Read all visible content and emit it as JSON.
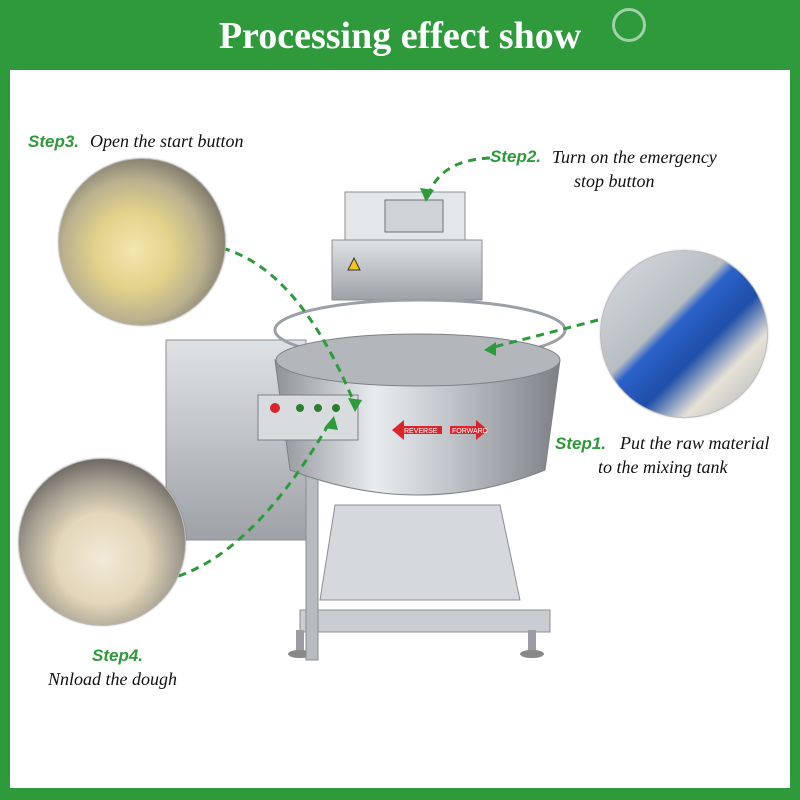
{
  "header": {
    "title": "Processing effect show"
  },
  "steps": [
    {
      "label": "Step3.",
      "text": "Open the start button"
    },
    {
      "label": "Step2.",
      "text_line1": "Turn on the emergency",
      "text_line2": "stop button"
    },
    {
      "label": "Step1.",
      "text_line1": "Put the raw material",
      "text_line2": "to the mixing tank"
    },
    {
      "label": "Step4.",
      "text": "Nnload the dough"
    }
  ],
  "machine": {
    "reverse_label": "REVERSE",
    "forward_label": "FORWARD"
  },
  "colors": {
    "brand_green": "#2e9a3c",
    "arrow_red": "#d8262c"
  }
}
